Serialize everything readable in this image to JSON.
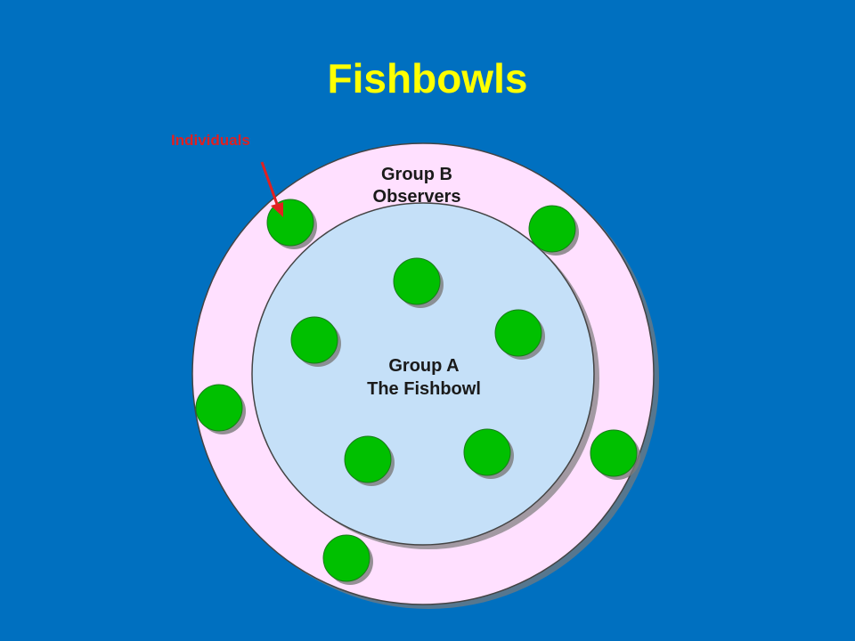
{
  "slide": {
    "title": "Fishbowls"
  },
  "diagram": {
    "callout_label": "Individuals",
    "outer_group": {
      "line1": "Group B",
      "line2": "Observers"
    },
    "inner_group": {
      "line1": "Group A",
      "line2": "The Fishbowl"
    },
    "icons": {
      "individual": "green-circle",
      "arrow": "red-arrow"
    }
  },
  "colors": {
    "background": "#0070C0",
    "title": "#FFFF00",
    "outer_ring": "#FFE0FF",
    "inner_circle": "#C5E0F8",
    "individual": "#00C000",
    "callout": "#E02020",
    "diagram_text": "#1a1a1a",
    "shadow": "#7a7a7a"
  }
}
